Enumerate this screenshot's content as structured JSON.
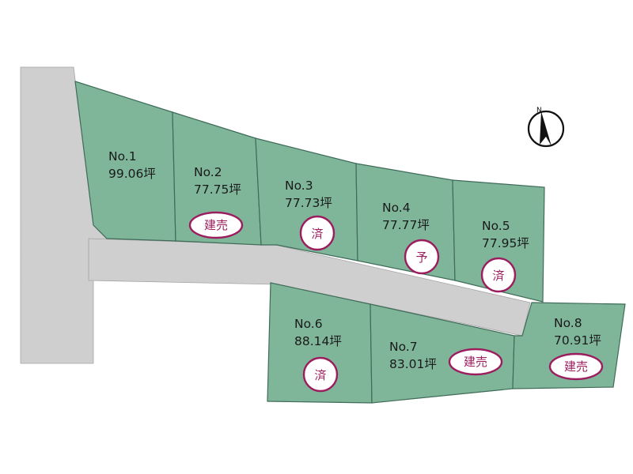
{
  "colors": {
    "plot_fill": "#7fb69a",
    "plot_border": "#3f6b58",
    "road": "#cfcfcf",
    "badge_accent": "#9b1d5e"
  },
  "compass": {
    "label": "N",
    "icon": "north-arrow-icon"
  },
  "plots": [
    {
      "number": "No.1",
      "area": "99.06坪",
      "status": ""
    },
    {
      "number": "No.2",
      "area": "77.75坪",
      "status": "建売"
    },
    {
      "number": "No.3",
      "area": "77.73坪",
      "status": "済"
    },
    {
      "number": "No.4",
      "area": "77.77坪",
      "status": "予"
    },
    {
      "number": "No.5",
      "area": "77.95坪",
      "status": "済"
    },
    {
      "number": "No.6",
      "area": "88.14坪",
      "status": "済"
    },
    {
      "number": "No.7",
      "area": "83.01坪",
      "status": "建売"
    },
    {
      "number": "No.8",
      "area": "70.91坪",
      "status": "建売"
    }
  ]
}
